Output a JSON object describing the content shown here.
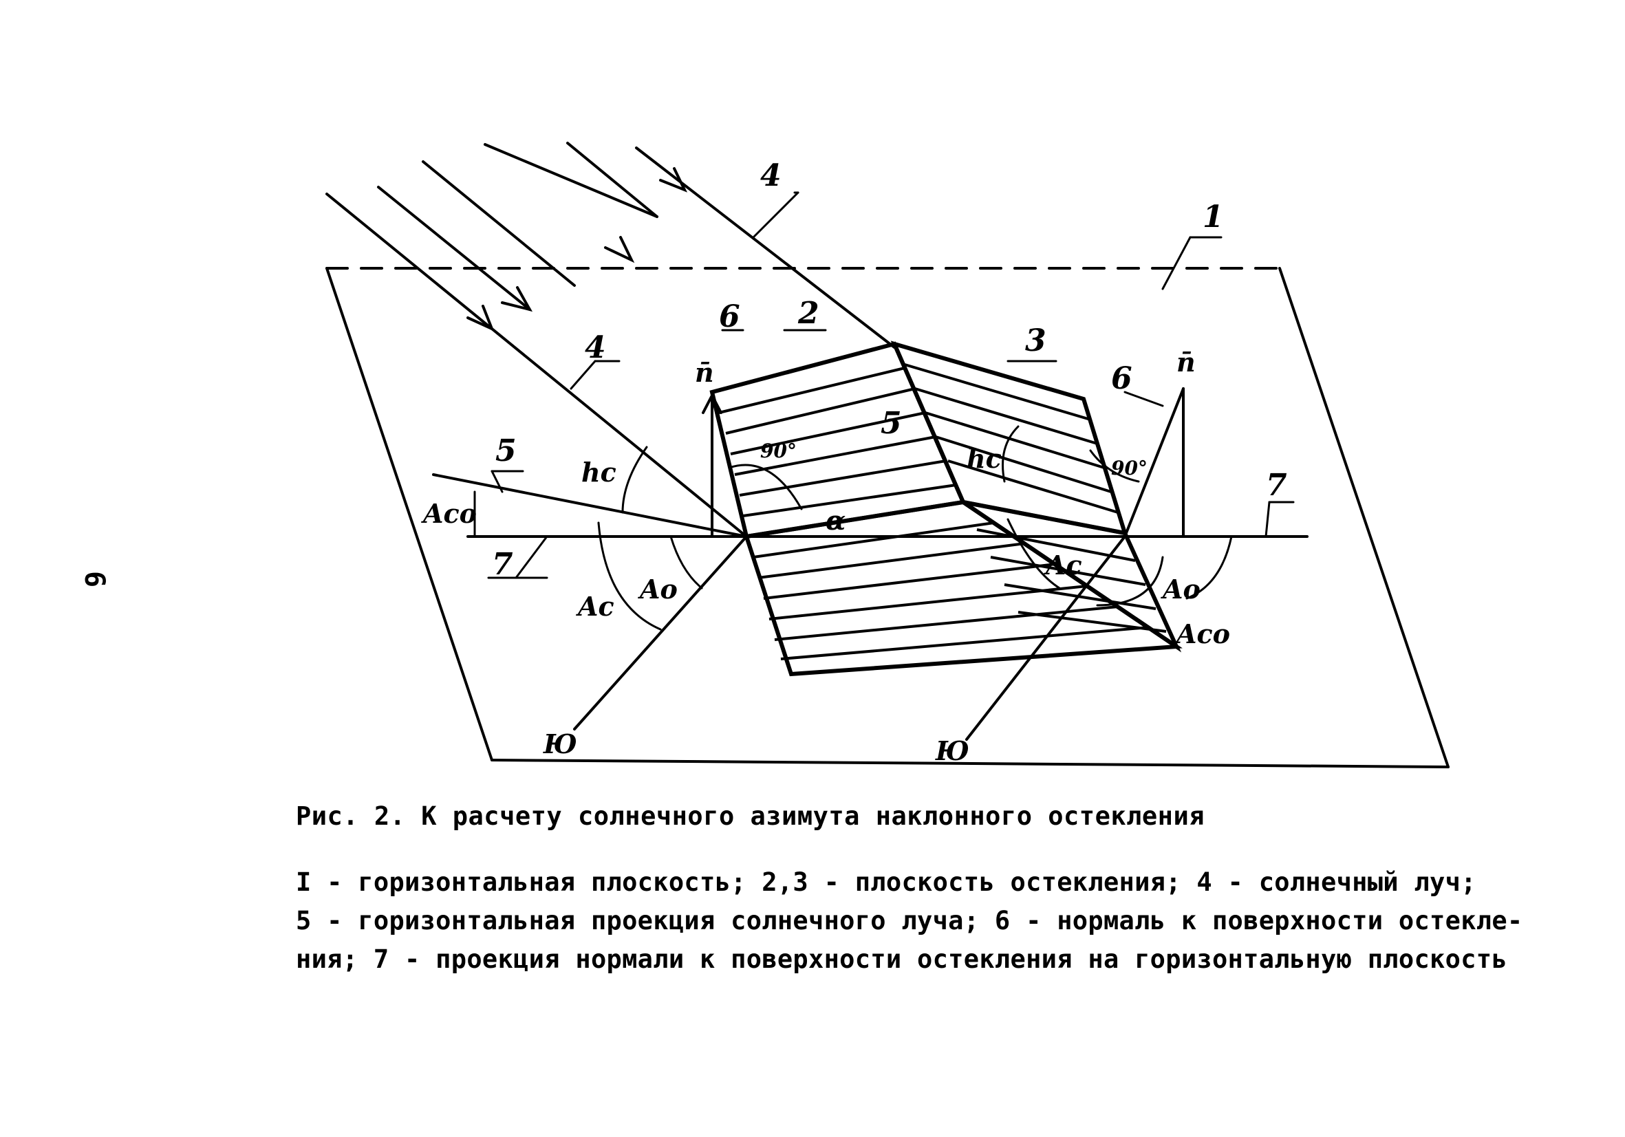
{
  "page_number": "6",
  "caption": "Рис. 2. К расчету солнечного азимута наклонного остекления",
  "legend_lines": [
    "I - горизонтальная плоскость; 2,3 - плоскость остекления; 4 - солнечный луч;",
    "5 - горизонтальная проекция солнечного луча; 6 - нормаль к поверхности остекле-",
    "ния; 7 - проекция нормали к поверхности остекления на горизонтальную плоскость"
  ],
  "labels": {
    "plane": "1",
    "glazing_left": "2",
    "glazing_right": "3",
    "ray_top": "4",
    "ray_left": "4",
    "projection": "5",
    "projection_center": "5",
    "normal_left": "6",
    "normal_right": "6",
    "normal_proj_left": "7",
    "normal_proj_right": "7",
    "normal_symbol_left": "n̄",
    "normal_symbol_right": "n̄",
    "hc_left": "hc",
    "hc_right": "hc",
    "aco_left": "Aco",
    "aco_right": "Aco",
    "ac_left": "Ac",
    "ac_right": "Ac",
    "ao_left": "Ao",
    "ao_right": "Ao",
    "alpha": "α",
    "deg90_left": "90°",
    "deg90_right": "90°",
    "south_left": "Ю",
    "south_right": "Ю"
  }
}
